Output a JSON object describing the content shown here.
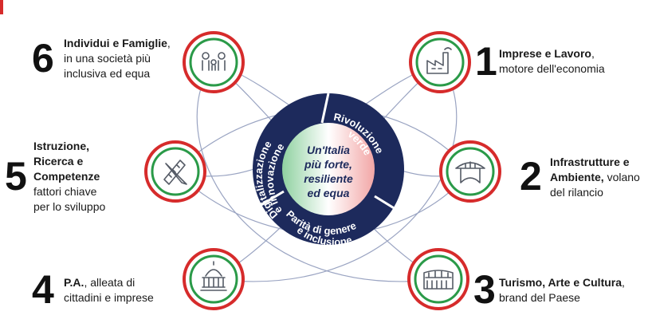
{
  "center": {
    "line1": "Un'Italia",
    "line2": "più forte,",
    "line3": "resiliente",
    "line4": "ed equa"
  },
  "ring": {
    "digital_1": "Digitalizzazione",
    "digital_2": "e innovazione",
    "green_1": "Rivoluzione",
    "green_2": "verde",
    "gender_1": "Parità di genere",
    "gender_2": "e inclusione"
  },
  "items": [
    {
      "number": "6",
      "bold": "Individui e Famiglie",
      "lines": [
        ",",
        "in una società più",
        "inclusiva ed equa"
      ],
      "icon": "family-icon"
    },
    {
      "number": "1",
      "bold": "Imprese e Lavoro",
      "lines": [
        ",",
        "motore dell'economia"
      ],
      "icon": "factory-icon"
    },
    {
      "number": "5",
      "bold_lines": [
        "Istruzione,",
        "Ricerca e",
        "Competenze"
      ],
      "lines": [
        "fattori chiave",
        "per lo sviluppo"
      ],
      "icon": "ruler-pencil-icon"
    },
    {
      "number": "2",
      "bold_lines": [
        "Infrastrutture e",
        "Ambiente,"
      ],
      "inline_after": " volano",
      "lines": [
        "del rilancio"
      ],
      "icon": "bridge-icon"
    },
    {
      "number": "4",
      "bold": "P.A.",
      "lines": [
        ", alleata di",
        "cittadini e imprese"
      ],
      "icon": "government-building-icon"
    },
    {
      "number": "3",
      "bold": "Turismo, Arte e Cultura",
      "lines": [
        ",",
        "brand del Paese"
      ],
      "icon": "colosseum-icon"
    }
  ],
  "colors": {
    "navy": "#1d2a5c",
    "green": "#2a9a48",
    "red": "#d62b2b",
    "line": "#9aa4c2"
  }
}
